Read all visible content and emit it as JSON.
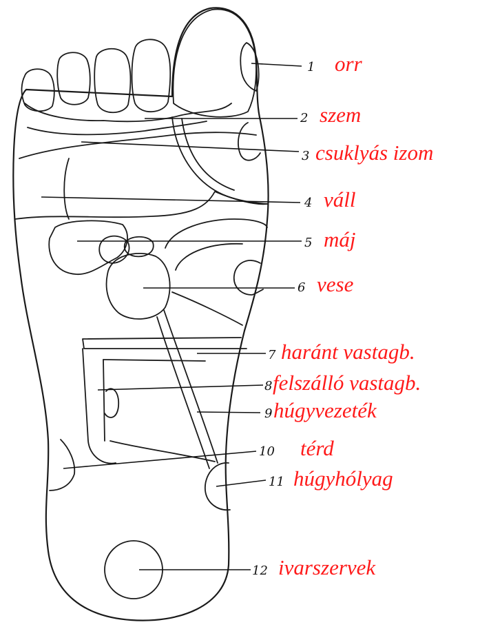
{
  "label_color": "#ff1a1a",
  "line_color": "#111111",
  "labels": [
    {
      "num": "1",
      "text": "orr"
    },
    {
      "num": "2",
      "text": "szem"
    },
    {
      "num": "3",
      "text": "csuklyás izom"
    },
    {
      "num": "4",
      "text": "váll"
    },
    {
      "num": "5",
      "text": "máj"
    },
    {
      "num": "6",
      "text": "vese"
    },
    {
      "num": "7",
      "text": "haránt vastagb."
    },
    {
      "num": "8",
      "text": "felszálló vastagb."
    },
    {
      "num": "9",
      "text": "húgyvezeték"
    },
    {
      "num": "10",
      "text": "térd"
    },
    {
      "num": "11",
      "text": "húgyhólyag"
    },
    {
      "num": "12",
      "text": "ivarszervek"
    }
  ]
}
